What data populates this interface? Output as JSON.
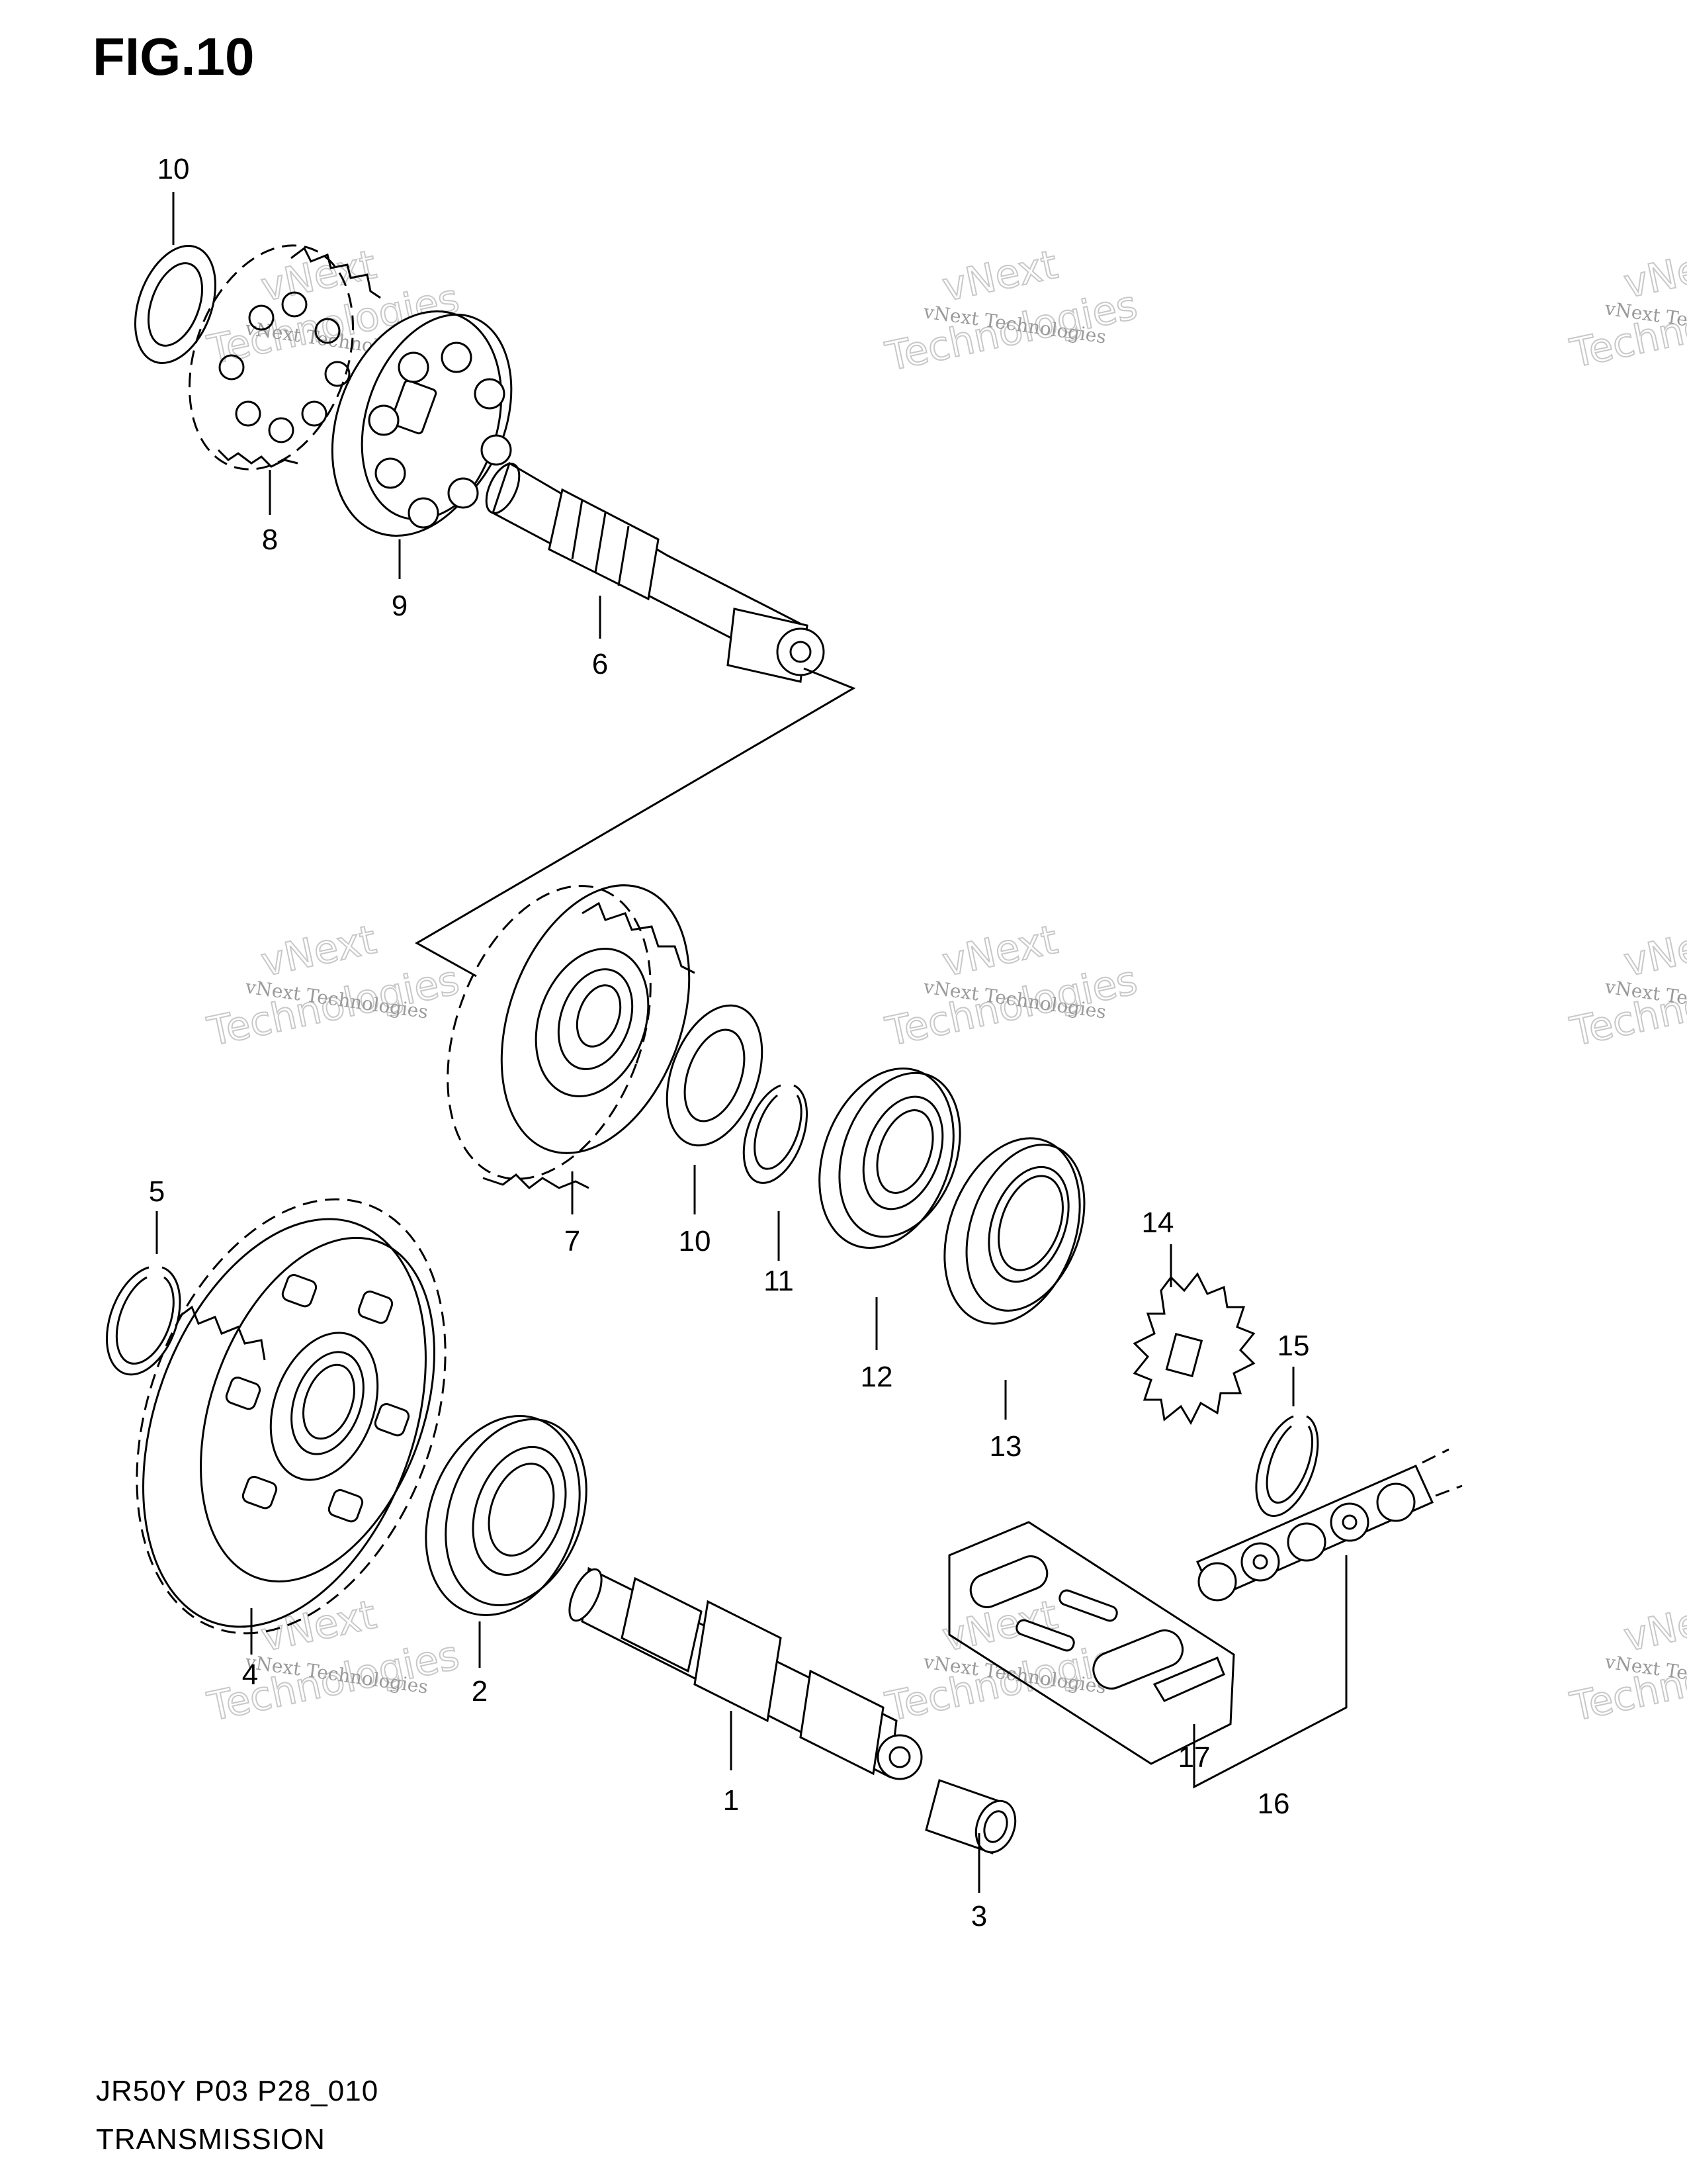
{
  "figure": {
    "title": "FIG.10"
  },
  "footer": {
    "model_code": "JR50Y P03 P28_010",
    "section": "TRANSMISSION"
  },
  "watermark": {
    "line1": "vNext Technologies",
    "line2": "vNext",
    "line3": "Technologies"
  },
  "callouts": [
    {
      "id": "callout-10-top",
      "label": "10"
    },
    {
      "id": "callout-8",
      "label": "8"
    },
    {
      "id": "callout-9",
      "label": "9"
    },
    {
      "id": "callout-6",
      "label": "6"
    },
    {
      "id": "callout-7",
      "label": "7"
    },
    {
      "id": "callout-10-mid",
      "label": "10"
    },
    {
      "id": "callout-11",
      "label": "11"
    },
    {
      "id": "callout-12",
      "label": "12"
    },
    {
      "id": "callout-13",
      "label": "13"
    },
    {
      "id": "callout-14",
      "label": "14"
    },
    {
      "id": "callout-15",
      "label": "15"
    },
    {
      "id": "callout-5",
      "label": "5"
    },
    {
      "id": "callout-4",
      "label": "4"
    },
    {
      "id": "callout-2",
      "label": "2"
    },
    {
      "id": "callout-1",
      "label": "1"
    },
    {
      "id": "callout-3",
      "label": "3"
    },
    {
      "id": "callout-17",
      "label": "17"
    },
    {
      "id": "callout-16",
      "label": "16"
    }
  ]
}
